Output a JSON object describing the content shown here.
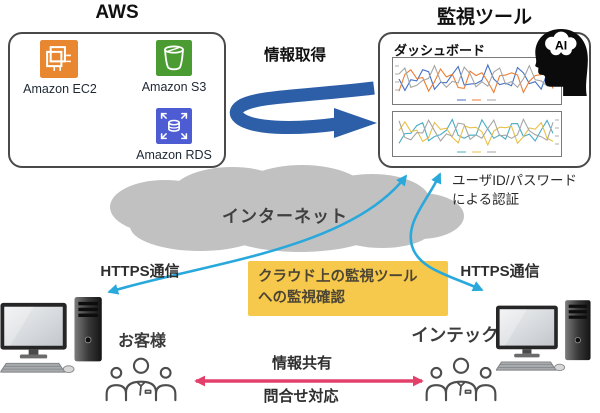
{
  "titles": {
    "aws": "AWS",
    "monitoring": "監視ツール"
  },
  "aws": {
    "services": [
      {
        "name": "Amazon EC2",
        "icon": "ec2-chip-icon"
      },
      {
        "name": "Amazon S3",
        "icon": "s3-bucket-icon"
      },
      {
        "name": "Amazon RDS",
        "icon": "rds-database-icon"
      }
    ]
  },
  "monitoring": {
    "dashboard_label": "ダッシュボード",
    "ai_label": "AI",
    "charts": [
      {
        "series_colors": [
          "#4472C4",
          "#ED7D31",
          "#A6A6A6"
        ],
        "ticks": "left"
      },
      {
        "series_colors": [
          "#4BACC6",
          "#E8C04A",
          "#A6A6A6"
        ],
        "ticks": "right"
      }
    ]
  },
  "labels": {
    "info_fetch": "情報取得",
    "internet": "インターネット",
    "auth_line1": "ユーザID/パスワード",
    "auth_line2": "による認証",
    "https_left": "HTTPS通信",
    "https_right": "HTTPS通信",
    "customer": "お客様",
    "intec": "インテック",
    "info_share": "情報共有",
    "inquiry": "問合せ対応"
  },
  "note": {
    "line1": "クラウド上の監視ツール",
    "line2": "への監視確認",
    "bg": "#F6C94C",
    "text_color": "#4d4534"
  },
  "colors": {
    "info_fetch_arrow": "#2D5FA9",
    "https_arrow": "#29A8DC",
    "share_arrow": "#E2406B",
    "cloud": "#C1C1C1",
    "ec2": "#E8872F",
    "s3": "#4B9B33",
    "rds": "#4E5CD3"
  },
  "icons": {
    "ai": "ai-head-icon",
    "pc": "desktop-computer-icon",
    "people": "people-group-icon"
  }
}
